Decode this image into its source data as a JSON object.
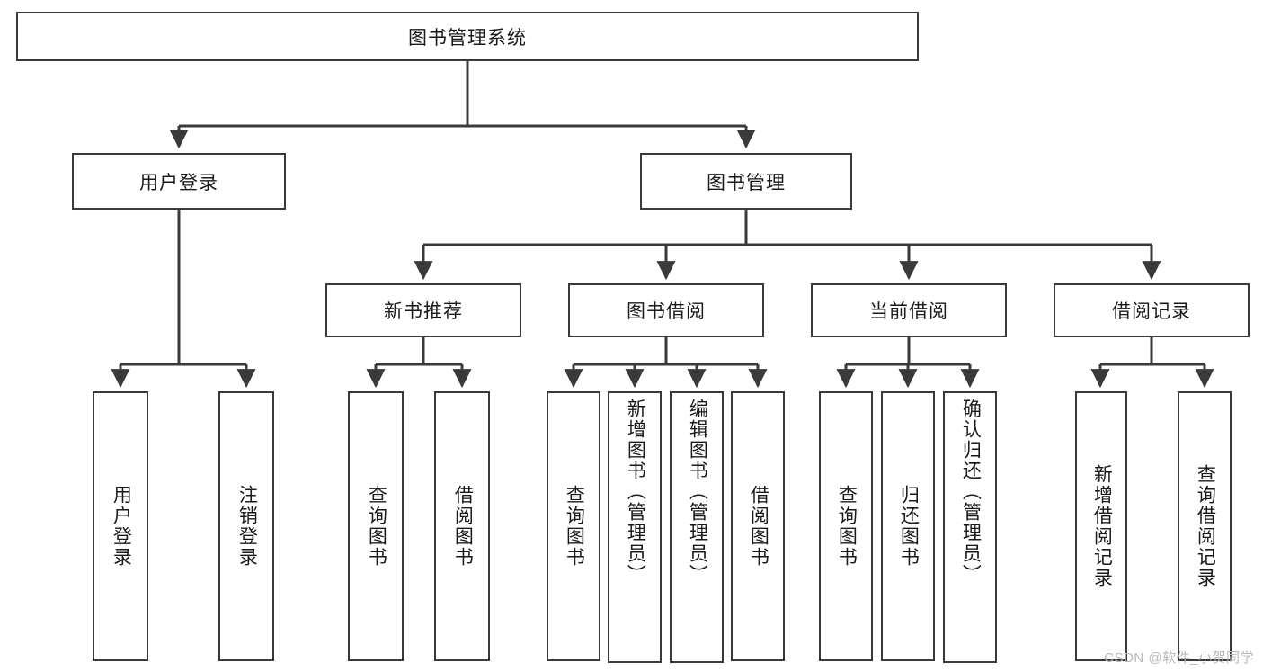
{
  "diagram": {
    "title": "图书管理系统",
    "type": "tree-hierarchy",
    "root": {
      "label": "图书管理系统"
    },
    "level1": [
      {
        "label": "用户登录"
      },
      {
        "label": "图书管理"
      }
    ],
    "level2": [
      {
        "label": "新书推荐"
      },
      {
        "label": "图书借阅"
      },
      {
        "label": "当前借阅"
      },
      {
        "label": "借阅记录"
      }
    ],
    "leaves": {
      "user_login": [
        {
          "label": "用户登录"
        },
        {
          "label": "注销登录"
        }
      ],
      "new_book_recommend": [
        {
          "label": "查询图书"
        },
        {
          "label": "借阅图书"
        }
      ],
      "book_borrow": [
        {
          "label": "查询图书"
        },
        {
          "label": "新增图书（管理员）"
        },
        {
          "label": "编辑图书（管理员）"
        },
        {
          "label": "借阅图书"
        }
      ],
      "current_borrow": [
        {
          "label": "查询图书"
        },
        {
          "label": "归还图书"
        },
        {
          "label": "确认归还（管理员）"
        }
      ],
      "borrow_record": [
        {
          "label": "新增借阅记录"
        },
        {
          "label": "查询借阅记录"
        }
      ]
    }
  },
  "watermark": {
    "text": "CSDN @软件_小贺同学"
  },
  "colors": {
    "border": "#3a3a3a",
    "text": "#1a1a1a",
    "background": "#ffffff",
    "watermark": "#b9b9b9"
  }
}
